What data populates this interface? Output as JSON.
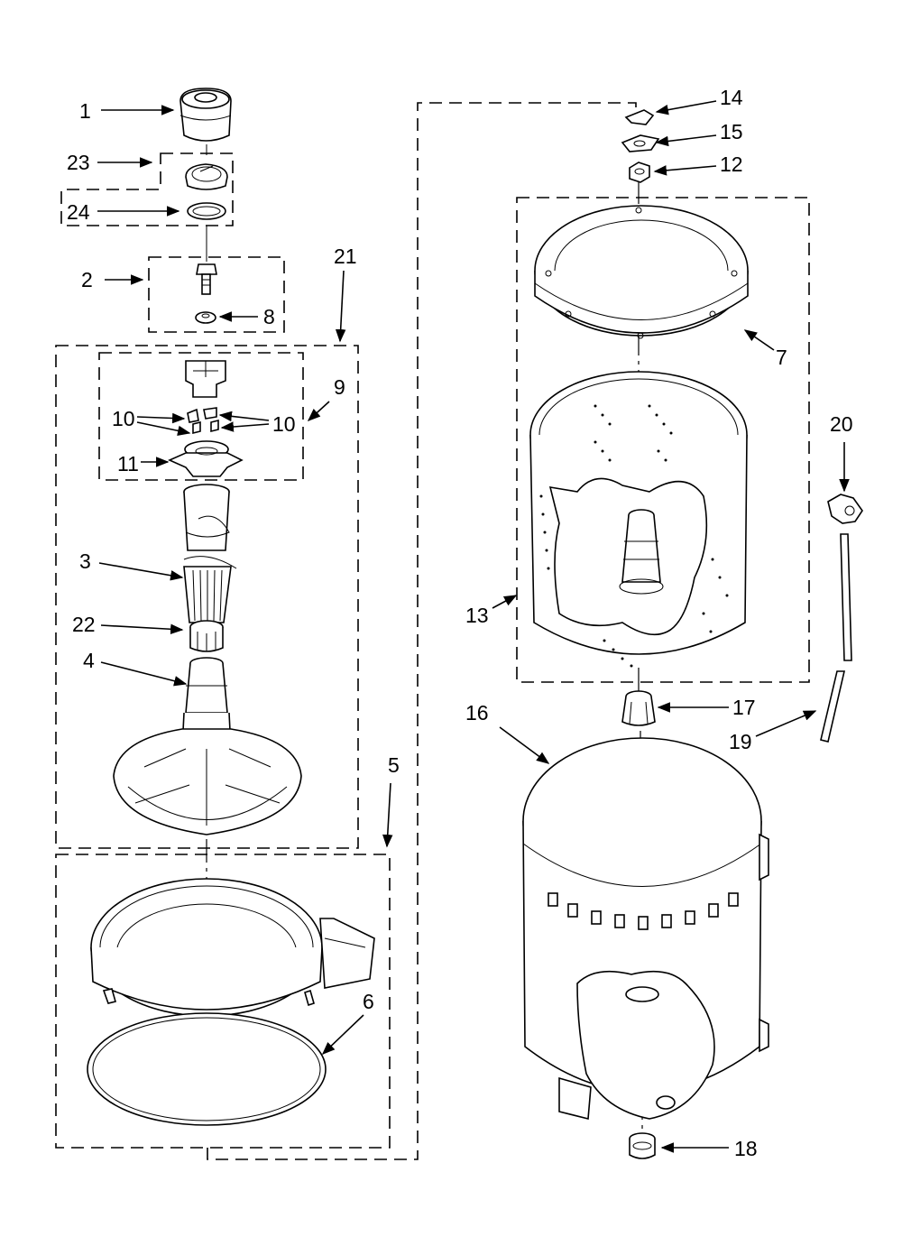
{
  "diagram": {
    "callouts": [
      {
        "id": "c1",
        "text": "1"
      },
      {
        "id": "c23",
        "text": "23"
      },
      {
        "id": "c24",
        "text": "24"
      },
      {
        "id": "c2",
        "text": "2"
      },
      {
        "id": "c8",
        "text": "8"
      },
      {
        "id": "c21",
        "text": "21"
      },
      {
        "id": "c9",
        "text": "9"
      },
      {
        "id": "c10a",
        "text": "10"
      },
      {
        "id": "c10b",
        "text": "10"
      },
      {
        "id": "c11",
        "text": "11"
      },
      {
        "id": "c3",
        "text": "3"
      },
      {
        "id": "c22",
        "text": "22"
      },
      {
        "id": "c4",
        "text": "4"
      },
      {
        "id": "c5",
        "text": "5"
      },
      {
        "id": "c6",
        "text": "6"
      },
      {
        "id": "c14",
        "text": "14"
      },
      {
        "id": "c15",
        "text": "15"
      },
      {
        "id": "c12",
        "text": "12"
      },
      {
        "id": "c7",
        "text": "7"
      },
      {
        "id": "c20",
        "text": "20"
      },
      {
        "id": "c13",
        "text": "13"
      },
      {
        "id": "c17",
        "text": "17"
      },
      {
        "id": "c16",
        "text": "16"
      },
      {
        "id": "c19",
        "text": "19"
      },
      {
        "id": "c18",
        "text": "18"
      }
    ]
  }
}
